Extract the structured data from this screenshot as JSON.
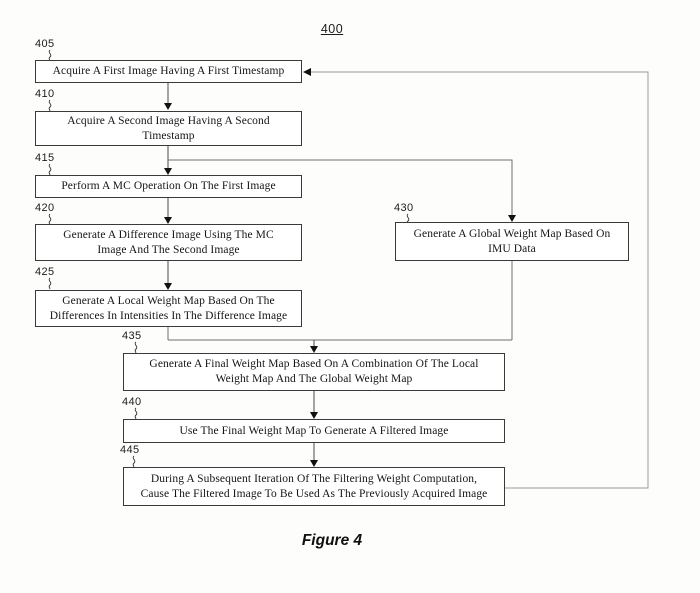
{
  "figure": {
    "diagram_number": "400",
    "caption": "Figure 4"
  },
  "nodes": [
    {
      "ref": "405",
      "text": "Acquire A First Image Having A First Timestamp"
    },
    {
      "ref": "410",
      "text": "Acquire A Second Image Having A Second\nTimestamp"
    },
    {
      "ref": "415",
      "text": "Perform A MC Operation On The First Image"
    },
    {
      "ref": "420",
      "text": "Generate A Difference Image Using The MC\nImage And The Second Image"
    },
    {
      "ref": "425",
      "text": "Generate A Local Weight Map Based On The\nDifferences In Intensities In The Difference Image"
    },
    {
      "ref": "430",
      "text": "Generate A Global Weight Map Based On\nIMU Data"
    },
    {
      "ref": "435",
      "text": "Generate A Final Weight Map Based On A Combination Of The Local\nWeight Map And The Global Weight Map"
    },
    {
      "ref": "440",
      "text": "Use The Final Weight Map To Generate A Filtered Image"
    },
    {
      "ref": "445",
      "text": "During A Subsequent Iteration Of The Filtering Weight Computation,\nCause The Filtered Image To Be Used As The Previously Acquired Image"
    }
  ],
  "edges": [
    {
      "from": "405",
      "to": "410"
    },
    {
      "from": "410",
      "to": "415"
    },
    {
      "from": "410",
      "to": "430"
    },
    {
      "from": "415",
      "to": "420"
    },
    {
      "from": "420",
      "to": "425"
    },
    {
      "from": "425",
      "to": "435"
    },
    {
      "from": "430",
      "to": "435"
    },
    {
      "from": "435",
      "to": "440"
    },
    {
      "from": "440",
      "to": "445"
    },
    {
      "from": "445",
      "to": "405",
      "type": "feedback-loop"
    }
  ],
  "colors": {
    "box_border": "#3a3a3a",
    "connector": "#5a5a5a",
    "feedback_line": "#9a9a9a",
    "arrowhead": "#111111",
    "background": "#fdfdfc"
  }
}
